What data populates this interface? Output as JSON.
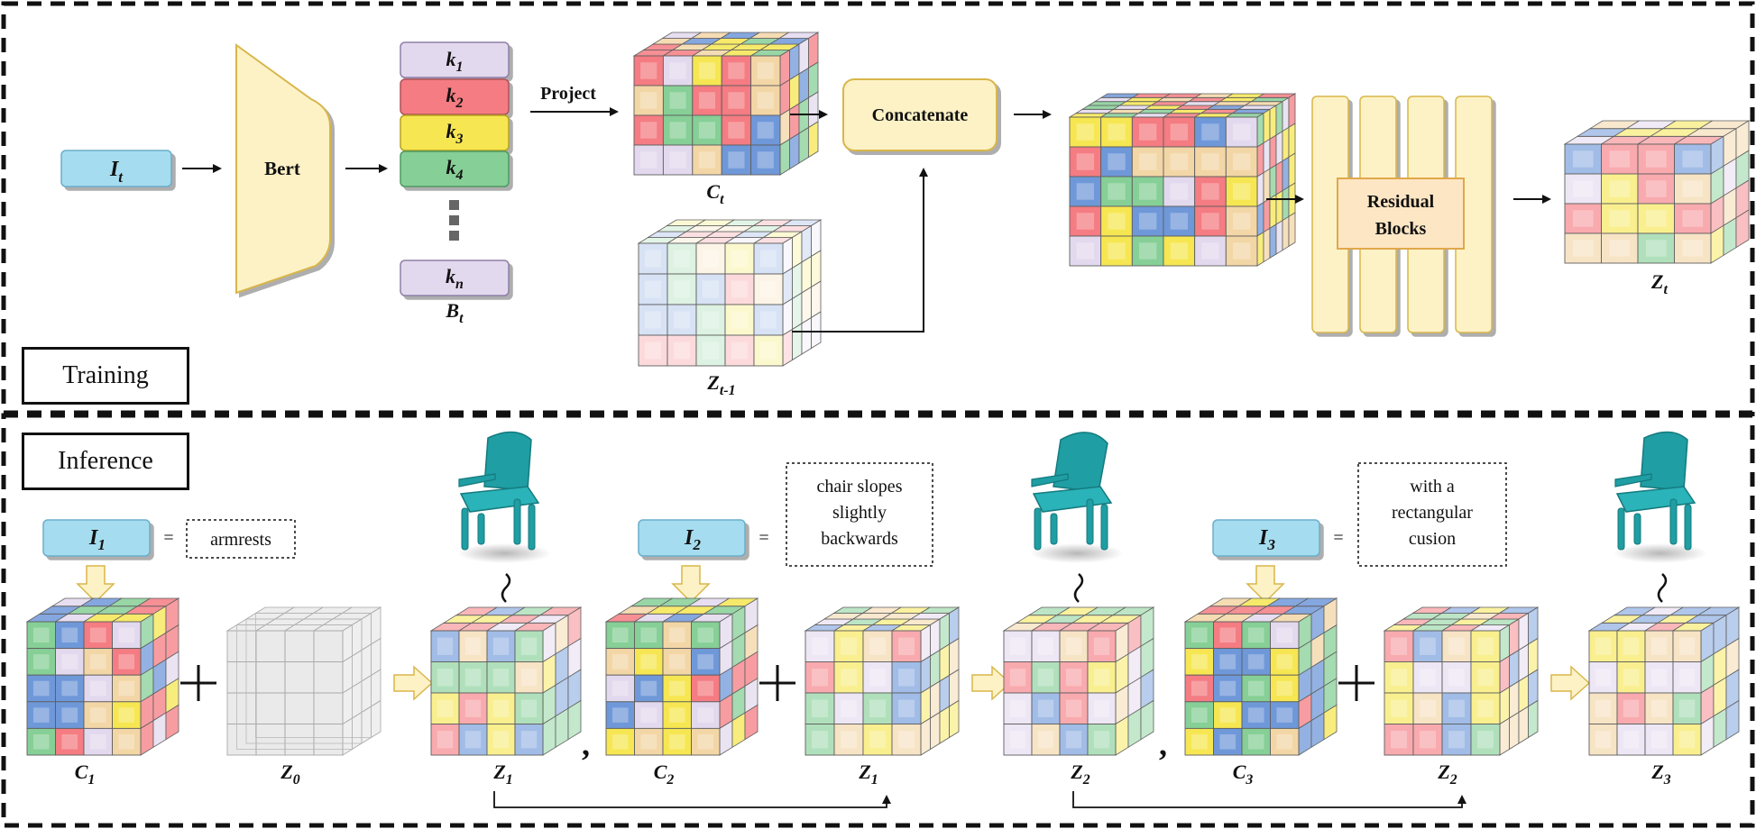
{
  "training": {
    "label": "Training",
    "input": {
      "main": "I",
      "sub": "t"
    },
    "encoder": "Bert",
    "tokens": [
      {
        "main": "k",
        "sub": "1"
      },
      {
        "main": "k",
        "sub": "2"
      },
      {
        "main": "k",
        "sub": "3"
      },
      {
        "main": "k",
        "sub": "4"
      },
      {
        "main": "k",
        "sub": "n"
      }
    ],
    "token_set": {
      "main": "B",
      "sub": "t"
    },
    "project": "Project",
    "ct": {
      "main": "C",
      "sub": "t"
    },
    "zprev": {
      "main": "Z",
      "sub": "t-1"
    },
    "concat": "Concatenate",
    "residual_line1": "Residual",
    "residual_line2": "Blocks",
    "zt": {
      "main": "Z",
      "sub": "t"
    }
  },
  "inference": {
    "label": "Inference",
    "equals": "=",
    "steps": [
      {
        "input": {
          "main": "I",
          "sub": "1"
        },
        "text": [
          "armrests"
        ],
        "c": {
          "main": "C",
          "sub": "1"
        },
        "z_in": {
          "main": "Z",
          "sub": "0"
        },
        "z_out": {
          "main": "Z",
          "sub": "1"
        }
      },
      {
        "input": {
          "main": "I",
          "sub": "2"
        },
        "text": [
          "chair slopes",
          "slightly",
          "backwards"
        ],
        "c": {
          "main": "C",
          "sub": "2"
        },
        "z_in": {
          "main": "Z",
          "sub": "1"
        },
        "z_out": {
          "main": "Z",
          "sub": "2"
        }
      },
      {
        "input": {
          "main": "I",
          "sub": "3"
        },
        "text": [
          "with a",
          "rectangular",
          "cusion"
        ],
        "c": {
          "main": "C",
          "sub": "3"
        },
        "z_in": {
          "main": "Z",
          "sub": "2"
        },
        "z_out": {
          "main": "Z",
          "sub": "3"
        }
      }
    ],
    "plus": "+",
    "comma": ","
  },
  "colors": {
    "light_blue": "#a6dcef",
    "lavender": "#e3d9ee",
    "red": "#f47c82",
    "yellow": "#f6e651",
    "green": "#86cf96",
    "cream": "#fdf2c6",
    "cream_border": "#d8b64a",
    "orange_border": "#e0a84a",
    "chair": "#1f9ea3",
    "cube_blue": "#6f98d9"
  }
}
